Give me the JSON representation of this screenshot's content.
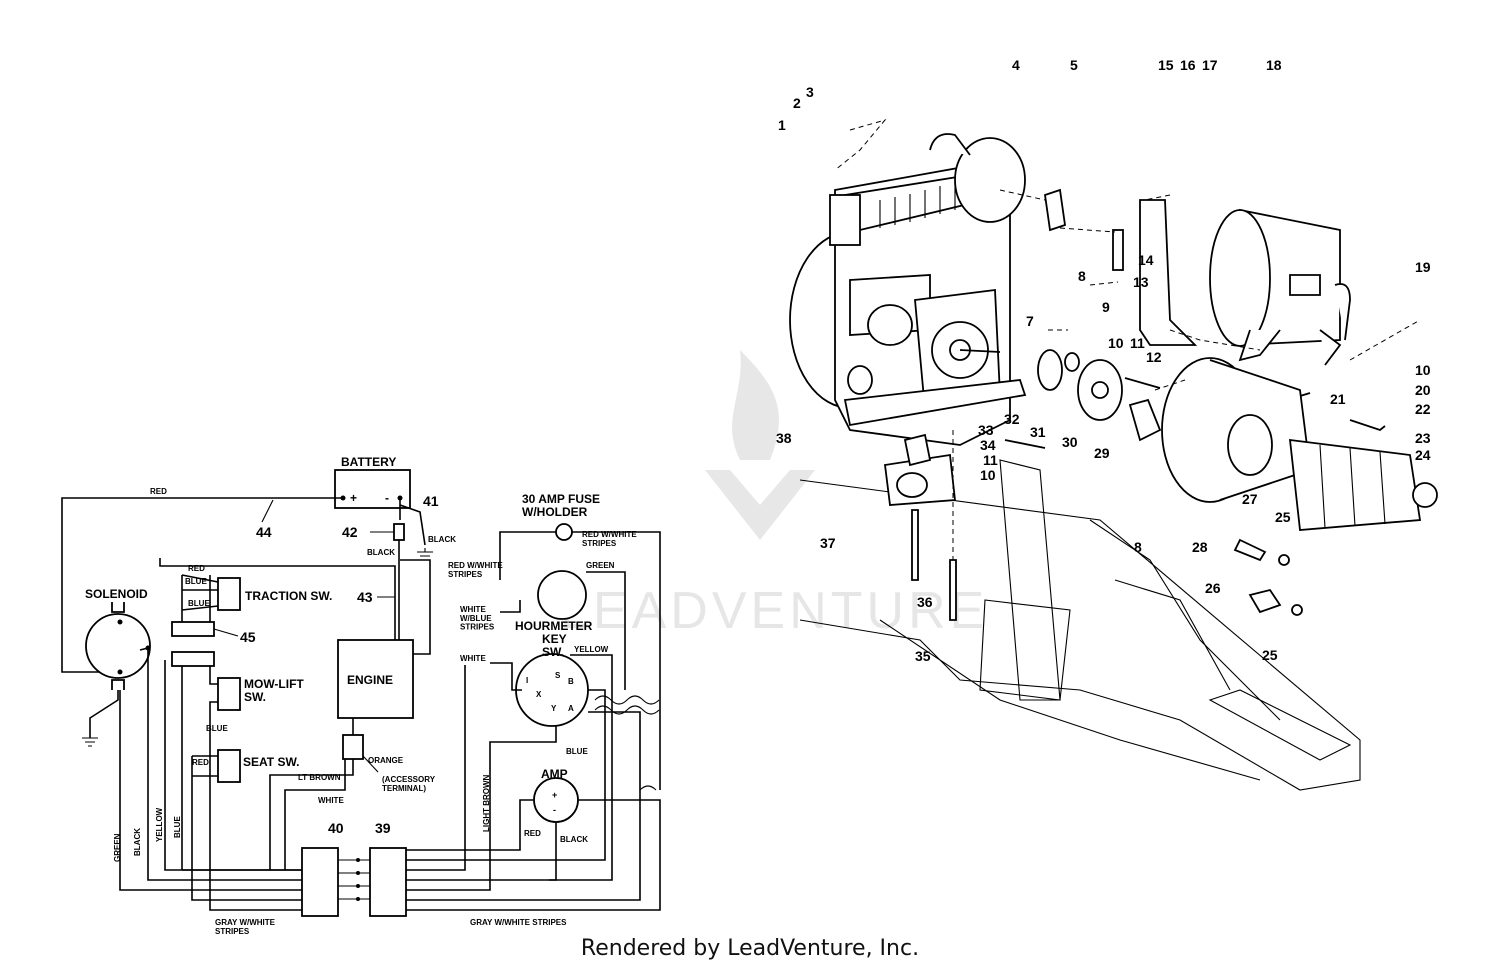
{
  "wiring": {
    "components": {
      "battery": "BATTERY",
      "battery_plus": "+",
      "battery_minus": "-",
      "fuse": "30 AMP FUSE\nW/HOLDER",
      "solenoid": "SOLENOID",
      "traction_sw": "TRACTION SW.",
      "mow_lift_sw": "MOW-LIFT\nSW.",
      "seat_sw": "SEAT SW.",
      "engine": "ENGINE",
      "hourmeter": "HOURMETER",
      "key_sw": "KEY\nSW.",
      "amp": "AMP",
      "accessory": "(ACCESSORY\nTERMINAL)"
    },
    "key_terminals": [
      "I",
      "S",
      "B",
      "X",
      "Y",
      "A"
    ],
    "amp_terminals": [
      "+",
      "-"
    ],
    "wire_labels": {
      "red_top": "RED",
      "black_41": "BLACK",
      "black_42": "BLACK",
      "red_white_fuse": "RED W/WHITE\nSTRIPES",
      "red_white_left": "RED W/WHITE\nSTRIPES",
      "green_hour": "GREEN",
      "white_blue": "WHITE\nW/BLUE\nSTRIPES",
      "yellow_key": "YELLOW",
      "white_key": "WHITE",
      "red_trac": "RED",
      "blue_trac1": "BLUE",
      "blue_trac2": "BLUE",
      "blue_mow": "BLUE",
      "red_seat": "RED",
      "orange": "ORANGE",
      "lt_brown": "LT BROWN",
      "white_eng": "WHITE",
      "blue_key": "BLUE",
      "light_brown": "LIGHT BROWN",
      "red_amp": "RED",
      "black_amp": "BLACK",
      "green_v": "GREEN",
      "black_v": "BLACK",
      "yellow_v": "YELLOW",
      "blue_v": "BLUE",
      "gray_left": "GRAY W/WHITE\nSTRIPES",
      "gray_right": "GRAY W/WHITE STRIPES"
    },
    "callouts": {
      "c44": "44",
      "c41": "41",
      "c42": "42",
      "c43": "43",
      "c45": "45",
      "c40": "40",
      "c39": "39"
    }
  },
  "parts": {
    "callouts": [
      "1",
      "2",
      "3",
      "4",
      "5",
      "15",
      "16",
      "17",
      "18",
      "14",
      "13",
      "19",
      "8",
      "7",
      "9",
      "10",
      "11",
      "12",
      "10",
      "20",
      "21",
      "22",
      "23",
      "24",
      "38",
      "33",
      "32",
      "31",
      "30",
      "34",
      "11",
      "10",
      "29",
      "37",
      "36",
      "35",
      "8",
      "28",
      "27",
      "25",
      "26",
      "25"
    ]
  },
  "watermark": "LEADVENTURE",
  "footer": "Rendered by LeadVenture, Inc."
}
